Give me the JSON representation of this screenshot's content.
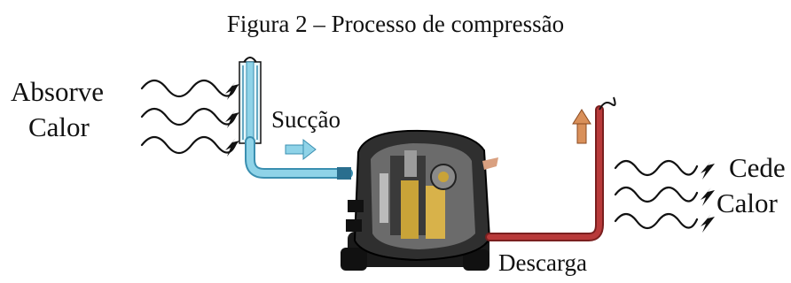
{
  "figure": {
    "caption": "Figura 2 – Processo de compressão"
  },
  "labels": {
    "absorb_line1": "Absorve",
    "absorb_line2": "Calor",
    "suction": "Sucção",
    "release_line1": "Cede",
    "release_line2": "Calor",
    "discharge": "Descarga"
  },
  "colors": {
    "suction_pipe": "#8fd3e8",
    "suction_pipe_dark": "#3a8fb0",
    "discharge_pipe": "#b83a3a",
    "discharge_arrow": "#d9905a",
    "compressor_body": "#2a2a2a",
    "compressor_core": "#c9a338"
  },
  "icons": {
    "heat_in": "wavy-heat-arrow-icon",
    "heat_out": "wavy-heat-arrow-icon",
    "flow_suction": "right-arrow-icon",
    "flow_discharge": "up-arrow-icon",
    "compressor": "hermetic-compressor-icon"
  }
}
